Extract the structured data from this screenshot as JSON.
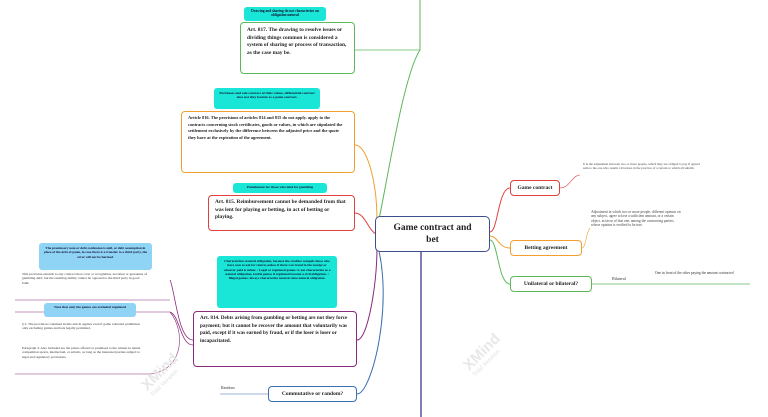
{
  "central": {
    "title": "Game contract and bet"
  },
  "right_topics": [
    {
      "label": "Game contract",
      "note": "It is the adjustment between two or more people, which they are obliged to pay if agreed sum to the one who results victorious in the practice of a certain to which all submit."
    },
    {
      "label": "Betting agreement",
      "note": "Adjustment in which two or more people, different opinion on any subject, agree to lose a sufficient amount, or a certain object, in favor of that one, among the contracting parties, whose opinion is verified to be true."
    },
    {
      "label": "Unilateral or bilateral?",
      "child_label": "Bilateral",
      "child_note": "One in front of the other paying the amount contracted"
    }
  ],
  "left_topics": [
    {
      "teal": "Drawing and sharing do not characterize an obligation natural",
      "text": "Art. 817. The drawing to resolve issues or dividing things common is considered a system of sharing or process of transaction, as the case may be."
    },
    {
      "teal": "Purchases and sale contract of titles values, differential contract does not they feature as a game contract.",
      "text": "Article 816. The provisions of articles 814 and 815 do not apply. apply to the contracts concerning stock certificates, goods or values, in which are stipulated the settlement exclusively by the difference between the adjusted price and the quote they have at the expiration of the agreement."
    },
    {
      "teal": "Punishment for those who lend for gambling",
      "text": "Art. 815. Reimbursement cannot be demanded from that was lent for playing or betting, in act of betting or playing."
    },
    {
      "teal": "Characterizes natural obligation, because the creditor compels those who have won to ask for return, unless if there was fraud in the receipt or whoever paid is minor. / Legal or regulated games: is not characterize as a natural obligation, lawful games if regulated become a civil obligation. / Illegal games: always characterize natural since natural obligation.",
      "text": "Art. 814. Debts arising from gambling or betting are not they force payment; but it cannot be recover the amount that voluntarily was paid, except if it was earned by fraud, or if the loser is loser or incapacitated.",
      "blue1": "The promissory note or debt confession is null, or debt assumption in place of the debt of game, in case there is a transfer to a third party, the error will not be harmed.",
      "note1": "This provision extends to any contract that cover or recognition, novation or guarantee of gambling debt; but the resulting nullity cannot be opposed to the third party in good faith.",
      "blue2": "Note that only the games are excluded regulated",
      "note2": "§ 2. The provision contained in this article applies even if game tolerated prohibited, only excluding games and bets legally permitted.",
      "note3": "Paragraph 3. Also included are the prizes offered or promised to the winner in tennis competition sports, intellectual, or artistic, as long as the interested parties subject to legal and regulatory provisions."
    },
    {
      "text": "Commutative or random?",
      "child_label": "Random"
    }
  ],
  "watermark": {
    "brand": "XMind",
    "sub": "Trial Version"
  },
  "colors": {
    "central_border": "#3c4f8c",
    "green": "#5cb85c",
    "orange": "#f0a030",
    "red": "#e04040",
    "purple": "#8a2a7a",
    "blue": "#3a6fb0",
    "teal": "#19e6d6",
    "light_blue": "#8fd3f5"
  }
}
